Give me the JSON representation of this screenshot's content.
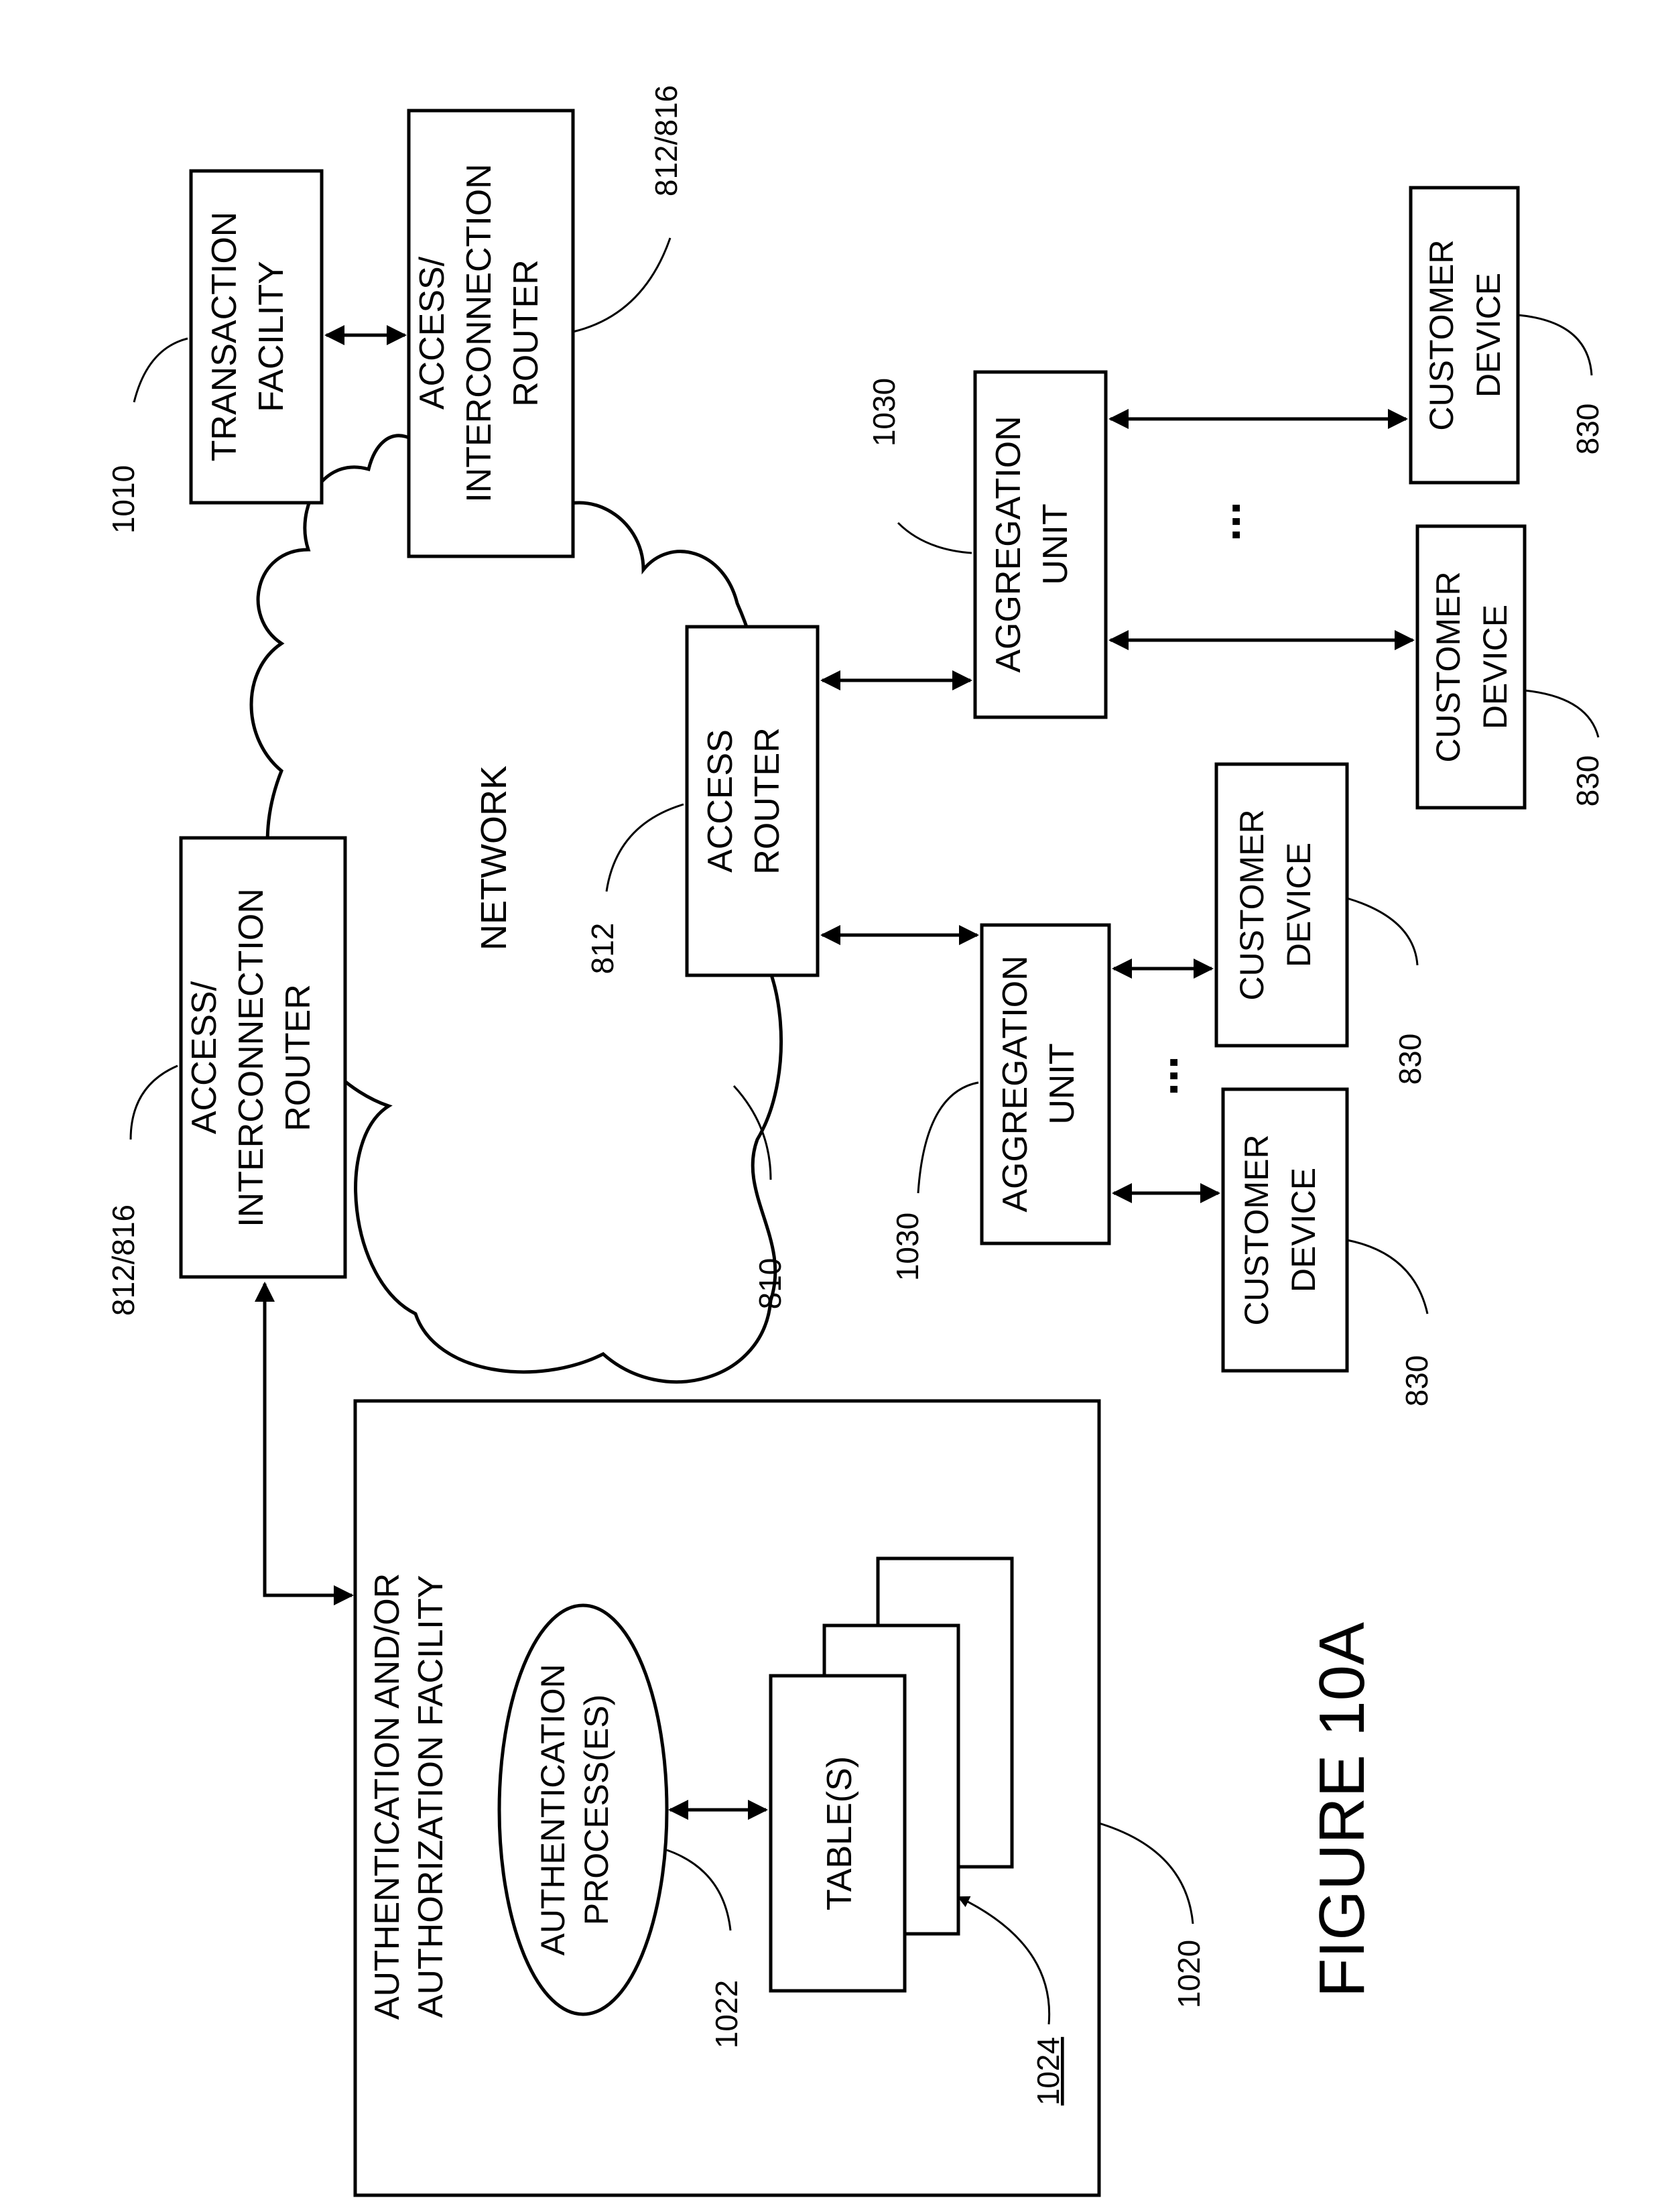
{
  "figure_label": "FIGURE 10A",
  "network": {
    "label": "NETWORK",
    "ref": "810"
  },
  "routers": {
    "top_left": {
      "line1": "ACCESS/",
      "line2": "INTERCONNECTION",
      "line3": "ROUTER",
      "ref": "812/816"
    },
    "top_right": {
      "line1": "ACCESS/",
      "line2": "INTERCONNECTION",
      "line3": "ROUTER",
      "ref": "812/816"
    },
    "access": {
      "line1": "ACCESS",
      "line2": "ROUTER",
      "ref": "812"
    }
  },
  "transaction_facility": {
    "line1": "TRANSACTION",
    "line2": "FACILITY",
    "ref": "1010"
  },
  "aggregation_units": [
    {
      "line1": "AGGREGATION",
      "line2": "UNIT",
      "ref": "1030"
    },
    {
      "line1": "AGGREGATION",
      "line2": "UNIT",
      "ref": "1030"
    }
  ],
  "customer_devices": [
    {
      "line1": "CUSTOMER",
      "line2": "DEVICE",
      "ref": "830"
    },
    {
      "line1": "CUSTOMER",
      "line2": "DEVICE",
      "ref": "830"
    },
    {
      "line1": "CUSTOMER",
      "line2": "DEVICE",
      "ref": "830"
    },
    {
      "line1": "CUSTOMER",
      "line2": "DEVICE",
      "ref": "830"
    }
  ],
  "ellipsis": "...",
  "auth_facility": {
    "line1": "AUTHENTICATION AND/OR",
    "line2": "AUTHORIZATION FACILITY",
    "ref": "1020",
    "process": {
      "line1": "AUTHENTICATION",
      "line2": "PROCESS(ES)",
      "ref": "1022"
    },
    "tables": {
      "label": "TABLE(S)",
      "ref": "1024"
    }
  }
}
